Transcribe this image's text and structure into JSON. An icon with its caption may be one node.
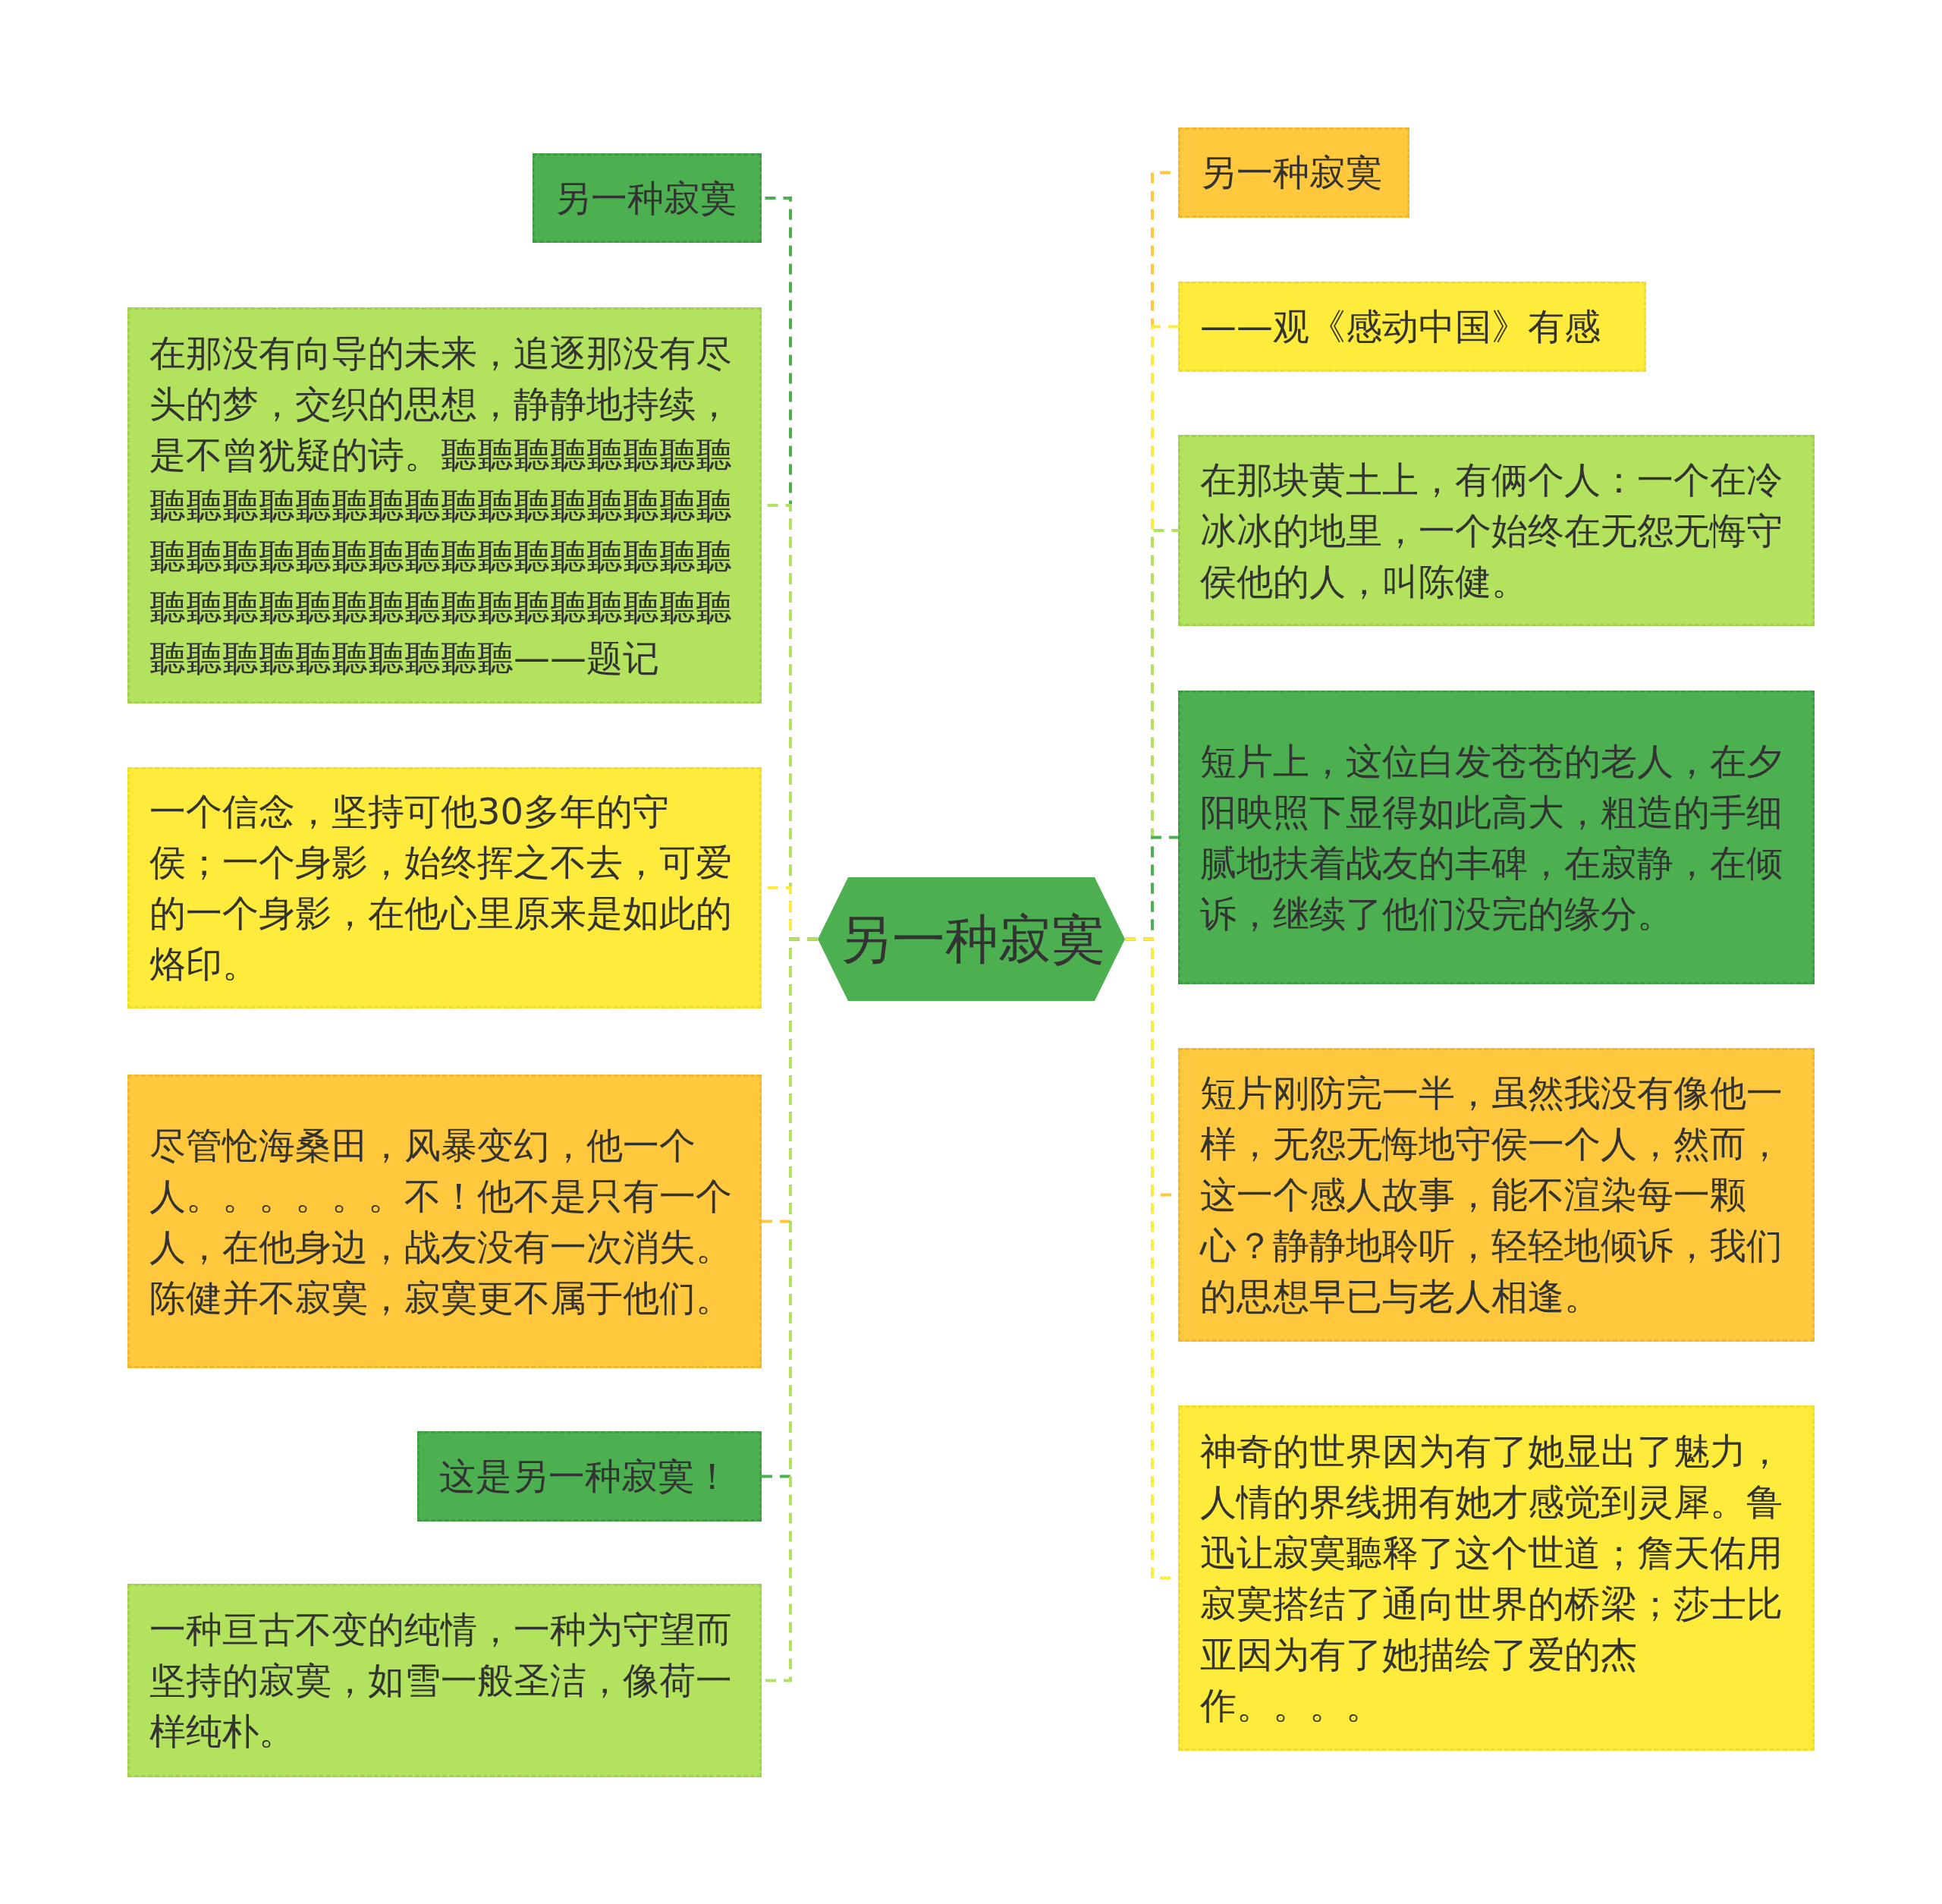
{
  "diagram": {
    "nodes": [
      {
        "text": [
          "另一种寂寞"
        ]
      },
      {
        "text": [
          "另一种寂寞"
        ]
      },
      {
        "text": [
          "在那没有向导的未来，追逐那没有尽头的梦，交织的思想，静静地持续，是不曾犹疑的诗。聽聽聽聽聽聽聽聽聽聽聽聽聽聽聽聽聽聽聽聽聽聽聽聽聽聽聽聽聽聽聽聽聽聽聽聽聽聽聽聽聽聽聽聽聽聽聽聽聽聽聽聽聽聽聽聽聽聽聽聽聽聽聽聽聽聽——题记"
        ]
      },
      {
        "text": [
          "一个信念，坚持可他30多年的守侯；一个身影，始终挥之不去，可爱的一个身影，在他心里原来是如此的烙印。"
        ]
      },
      {
        "text": [
          "尽管怆海桑田，风暴变幻，他一个人。。。。。。不！他不是只有一个人，在他身边，战友没有一次消失。陈健并不寂寞，寂寞更不属于他们。"
        ]
      },
      {
        "text": [
          "这是另一种寂寞！"
        ]
      },
      {
        "text": [
          "一种亘古不变的纯情，一种为守望而坚持的寂寞，如雪一般圣洁，像荷一样纯朴。"
        ]
      },
      {
        "text": [
          "另一种寂寞"
        ]
      },
      {
        "text": [
          "——观《感动中国》有感"
        ]
      },
      {
        "text": [
          "在那块黄土上，有俩个人：一个在冷冰冰的地里，一个始终在无怨无悔守侯他的人，叫陈健。"
        ]
      },
      {
        "text": [
          "短片上，这位白发苍苍的老人，在夕阳映照下显得如此高大，粗造的手细腻地扶着战友的丰碑，在寂静，在倾诉，继续了他们没完的缘分。"
        ]
      },
      {
        "text": [
          "短片刚防完一半，虽然我没有像他一样，无怨无悔地守侯一个人，然而，这一个感人故事，能不渲染每一颗心？静静地聆听，轻轻地倾诉，我们的思想早已与老人相逢。"
        ]
      },
      {
        "text": [
          "神奇的世界因为有了她显出了魅力，人情的界线拥有她才感觉到灵犀。鲁迅让寂寞聽释了这个世道；詹天佑用寂寞搭结了通向世界的桥梁；莎士比亚因为有了她描绘了爱的杰作。。。。"
        ]
      }
    ],
    "edges": [
      {
        "from": 0,
        "to": 1,
        "arrow": "none",
        "style": "dashed",
        "color": "#4caf50"
      },
      {
        "from": 0,
        "to": 2,
        "arrow": "none",
        "style": "dashed",
        "color": "#b3e35e"
      },
      {
        "from": 0,
        "to": 3,
        "arrow": "none",
        "style": "dashed",
        "color": "#ffeb3b"
      },
      {
        "from": 0,
        "to": 4,
        "arrow": "none",
        "style": "dashed",
        "color": "#ffc83d"
      },
      {
        "from": 0,
        "to": 5,
        "arrow": "none",
        "style": "dashed",
        "color": "#4caf50"
      },
      {
        "from": 0,
        "to": 6,
        "arrow": "none",
        "style": "dashed",
        "color": "#b3e35e"
      },
      {
        "from": 0,
        "to": 7,
        "arrow": "none",
        "style": "dashed",
        "color": "#ffc83d"
      },
      {
        "from": 0,
        "to": 8,
        "arrow": "none",
        "style": "dashed",
        "color": "#ffeb3b"
      },
      {
        "from": 0,
        "to": 9,
        "arrow": "none",
        "style": "dashed",
        "color": "#b3e35e"
      },
      {
        "from": 0,
        "to": 10,
        "arrow": "none",
        "style": "dashed",
        "color": "#4caf50"
      },
      {
        "from": 0,
        "to": 11,
        "arrow": "none",
        "style": "dashed",
        "color": "#ffc83d"
      },
      {
        "from": 0,
        "to": 12,
        "arrow": "none",
        "style": "dashed",
        "color": "#ffeb3b"
      }
    ]
  }
}
